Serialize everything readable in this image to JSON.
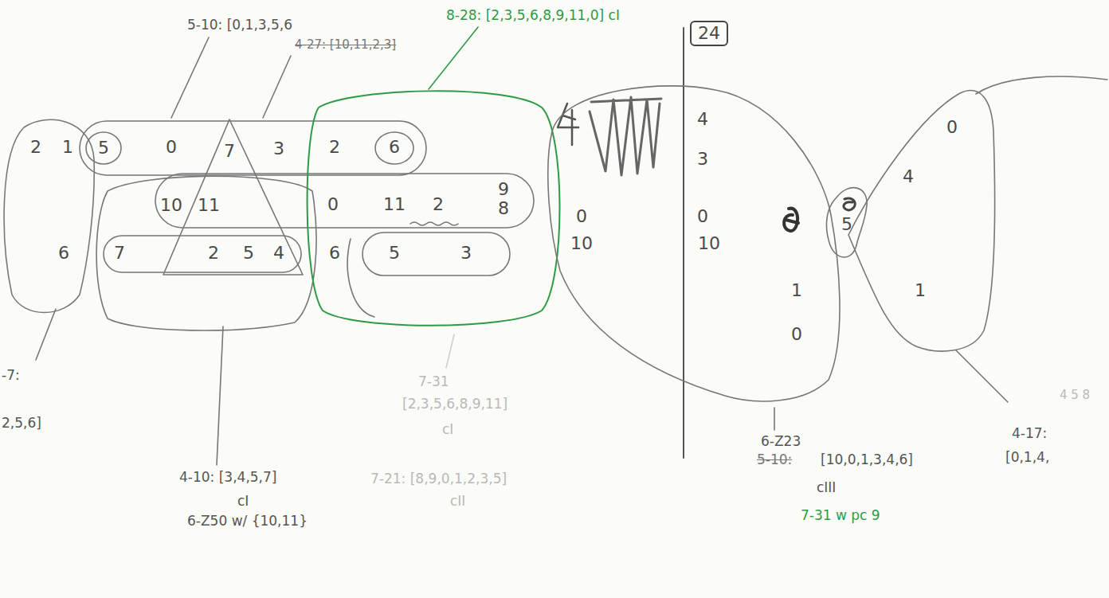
{
  "diagram": {
    "nodes": [
      {
        "text": [
          "2",
          "6",
          "0",
          "11",
          "2",
          "9",
          "8",
          "6",
          "5",
          "3"
        ]
      },
      {
        "text": [
          "0",
          "10",
          "4",
          "3",
          "0",
          "10",
          "1",
          "0"
        ]
      },
      {
        "text": [
          "5"
        ]
      },
      {
        "text": [
          "0",
          "4",
          "1"
        ]
      },
      {
        "text": [
          "24"
        ]
      }
    ],
    "labels": [
      "5-10: [0,1,3,5,6",
      "8-28: [2,3,5,6,8,9,11,0] cI",
      "4-27: [10,11,2,3]",
      "2",
      "1",
      "5",
      "0",
      "7",
      "3",
      "10",
      "11",
      "6",
      "7",
      "2",
      "5",
      "4",
      "-7:",
      "2,5,6]",
      "7-31",
      "[2,3,5,6,8,9,11]",
      "cI",
      "4-10: [3,4,5,7]",
      "cI",
      "6-Z50 w/ {10,11}",
      "7-21: [8,9,0,1,2,3,5]",
      "cII",
      "6-Z23",
      "5-10:",
      "[10,0,1,3,4,6]",
      "cIII",
      "7-31 w pc 9",
      "4 5 8",
      "4-17:",
      "[0,1,4,"
    ]
  }
}
